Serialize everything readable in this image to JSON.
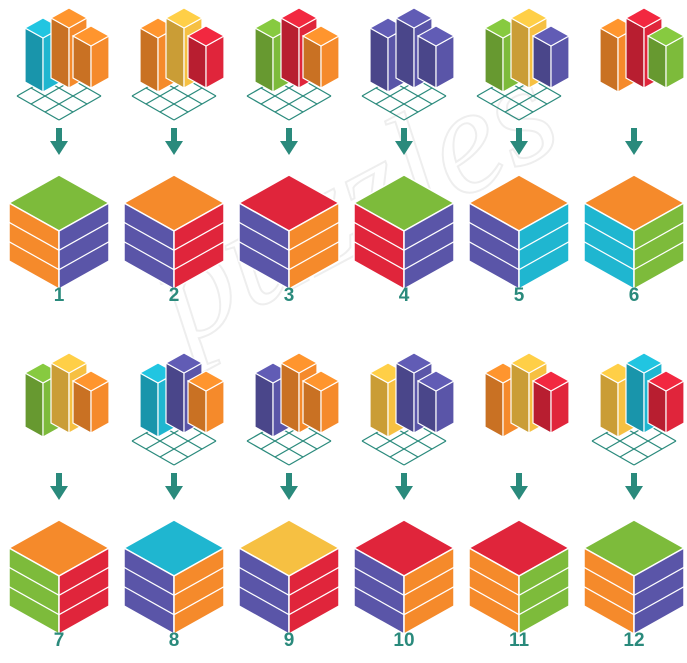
{
  "watermark": {
    "text": "puzzles"
  },
  "colors": {
    "orange": "#f58a2b",
    "green": "#7dbb3b",
    "blue": "#5a55a8",
    "red": "#e0253b",
    "yellow": "#f6c042",
    "cyan": "#1fb6d0",
    "arrow": "#2a8a7c",
    "number": "#2a8a7c"
  },
  "puzzles": [
    {
      "number": "1",
      "grid_shown": true,
      "pieces": [
        "cyan",
        "orange",
        "orange"
      ],
      "cube": [
        "green",
        "orange",
        "blue"
      ]
    },
    {
      "number": "2",
      "grid_shown": true,
      "pieces": [
        "orange",
        "yellow",
        "red"
      ],
      "cube": [
        "orange",
        "blue",
        "red"
      ]
    },
    {
      "number": "3",
      "grid_shown": true,
      "pieces": [
        "green",
        "red",
        "orange"
      ],
      "cube": [
        "red",
        "blue",
        "orange"
      ]
    },
    {
      "number": "4",
      "grid_shown": true,
      "pieces": [
        "blue",
        "blue",
        "blue"
      ],
      "cube": [
        "green",
        "red",
        "blue"
      ]
    },
    {
      "number": "5",
      "grid_shown": true,
      "pieces": [
        "green",
        "yellow",
        "blue"
      ],
      "cube": [
        "orange",
        "blue",
        "cyan"
      ]
    },
    {
      "number": "6",
      "grid_shown": false,
      "pieces": [
        "orange",
        "red",
        "green"
      ],
      "cube": [
        "orange",
        "cyan",
        "green"
      ]
    },
    {
      "number": "7",
      "grid_shown": false,
      "pieces": [
        "green",
        "yellow",
        "orange"
      ],
      "cube": [
        "orange",
        "green",
        "red"
      ]
    },
    {
      "number": "8",
      "grid_shown": true,
      "pieces": [
        "cyan",
        "blue",
        "orange"
      ],
      "cube": [
        "cyan",
        "blue",
        "orange"
      ]
    },
    {
      "number": "9",
      "grid_shown": true,
      "pieces": [
        "blue",
        "orange",
        "orange"
      ],
      "cube": [
        "yellow",
        "blue",
        "red"
      ]
    },
    {
      "number": "10",
      "grid_shown": true,
      "pieces": [
        "yellow",
        "blue",
        "blue"
      ],
      "cube": [
        "red",
        "blue",
        "orange"
      ]
    },
    {
      "number": "11",
      "grid_shown": false,
      "pieces": [
        "orange",
        "yellow",
        "red"
      ],
      "cube": [
        "red",
        "orange",
        "green"
      ]
    },
    {
      "number": "12",
      "grid_shown": true,
      "pieces": [
        "yellow",
        "cyan",
        "red"
      ],
      "cube": [
        "green",
        "orange",
        "blue"
      ]
    }
  ]
}
